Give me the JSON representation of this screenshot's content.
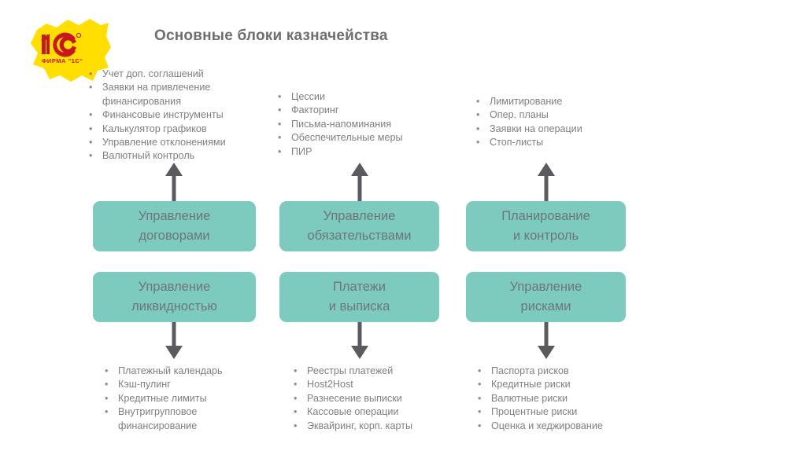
{
  "slide": {
    "title": "Основные блоки казначейства",
    "logo": {
      "name": "1c-logo",
      "mark": "1C",
      "caption": "ФИРМА \"1С\"",
      "registered": "®",
      "blob_color": "#ffde00",
      "mark_color": "#c8171e"
    },
    "colors": {
      "block_fill": "#7ccbbe",
      "block_text": "#6f7479",
      "bullet_text": "#7f7f83",
      "title_text": "#6e6e72",
      "arrow": "#5b5b5f",
      "background": "#ffffff"
    }
  },
  "columns": [
    {
      "id": "contracts",
      "top_bullets": [
        "Учет доп. соглашений",
        "Заявки на привлечение",
        "Финансовые инструменты",
        "Калькулятор графиков",
        "Управление отклонениями",
        "Валютный контроль"
      ],
      "top_bullets_cont": {
        "1": "финансирования"
      },
      "block_top": {
        "line1": "Управление",
        "line2": "договорами"
      },
      "block_bottom": {
        "line1": "Управление",
        "line2": "ликвидностью"
      },
      "bottom_bullets": [
        "Платежный календарь",
        "Кэш-пулинг",
        "Кредитные лимиты",
        "Внутригрупповое"
      ],
      "bottom_bullets_cont": {
        "3": "финансирование"
      }
    },
    {
      "id": "obligations",
      "top_bullets": [
        "Цессии",
        "Факторинг",
        "Письма-напоминания",
        "Обеспечительные меры",
        "ПИР"
      ],
      "top_bullets_cont": {},
      "block_top": {
        "line1": "Управление",
        "line2": "обязательствами"
      },
      "block_bottom": {
        "line1": "Платежи",
        "line2": "и выписка"
      },
      "bottom_bullets": [
        "Реестры платежей",
        "Host2Host",
        "Разнесение выписки",
        "Кассовые операции",
        "Эквайринг, корп. карты"
      ],
      "bottom_bullets_cont": {}
    },
    {
      "id": "planning",
      "top_bullets": [
        "Лимитирование",
        "Опер. планы",
        "Заявки на операции",
        "Стоп-листы"
      ],
      "top_bullets_cont": {},
      "block_top": {
        "line1": "Планирование",
        "line2": "и контроль"
      },
      "block_bottom": {
        "line1": "Управление",
        "line2": "рисками"
      },
      "bottom_bullets": [
        "Паспорта рисков",
        "Кредитные риски",
        "Валютные риски",
        "Процентные риски",
        "Оценка и хеджирование"
      ],
      "bottom_bullets_cont": {}
    }
  ],
  "bullet_glyph": "•"
}
